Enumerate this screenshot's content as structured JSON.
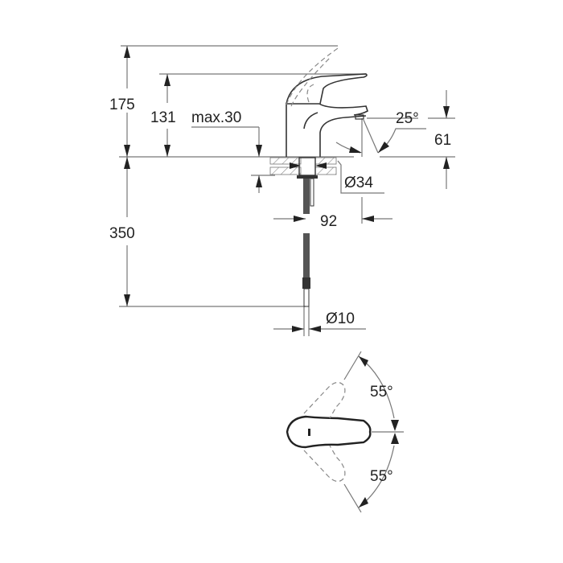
{
  "drawing": {
    "title": "Basin mixer technical drawing",
    "side_view": {
      "dimensions": {
        "total_height": "175",
        "spout_height": "131",
        "deck_thickness": "max.30",
        "spout_to_outlet_height": "61",
        "spout_angle": "25°",
        "body_diameter": "Ø34",
        "projection": "92",
        "supply_length": "350",
        "hose_diameter": "Ø10"
      }
    },
    "top_view": {
      "dimensions": {
        "rotation_up": "55°",
        "rotation_down": "55°"
      }
    }
  }
}
